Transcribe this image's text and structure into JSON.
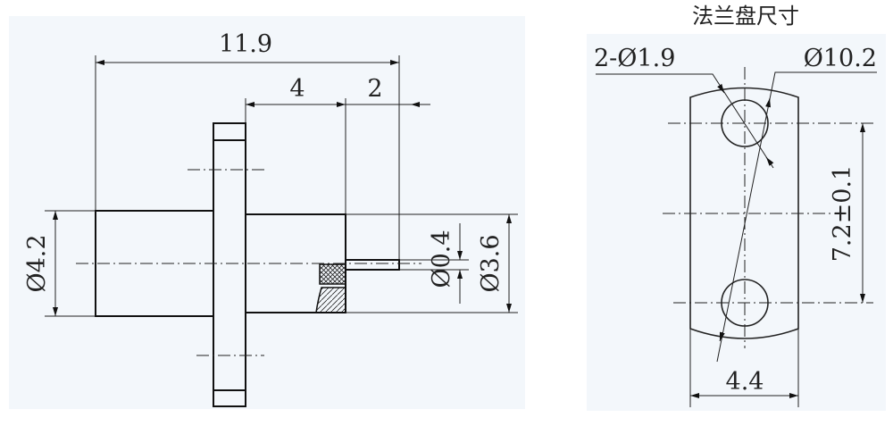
{
  "side_view": {
    "dim_total_length": "11.9",
    "dim_body_length": "4",
    "dim_pin_length": "2",
    "dim_left_diameter": "Ø4.2",
    "dim_right_diameter": "Ø3.6",
    "dim_pin_diameter": "Ø0.4"
  },
  "flange_view": {
    "title": "法兰盘尺寸",
    "dim_holes": "2-Ø1.9",
    "dim_arc_diameter": "Ø10.2",
    "dim_hole_spacing": "7.2±0.1",
    "dim_width": "4.4"
  },
  "colors": {
    "panel": "#f3f7fb",
    "line": "#111111"
  }
}
